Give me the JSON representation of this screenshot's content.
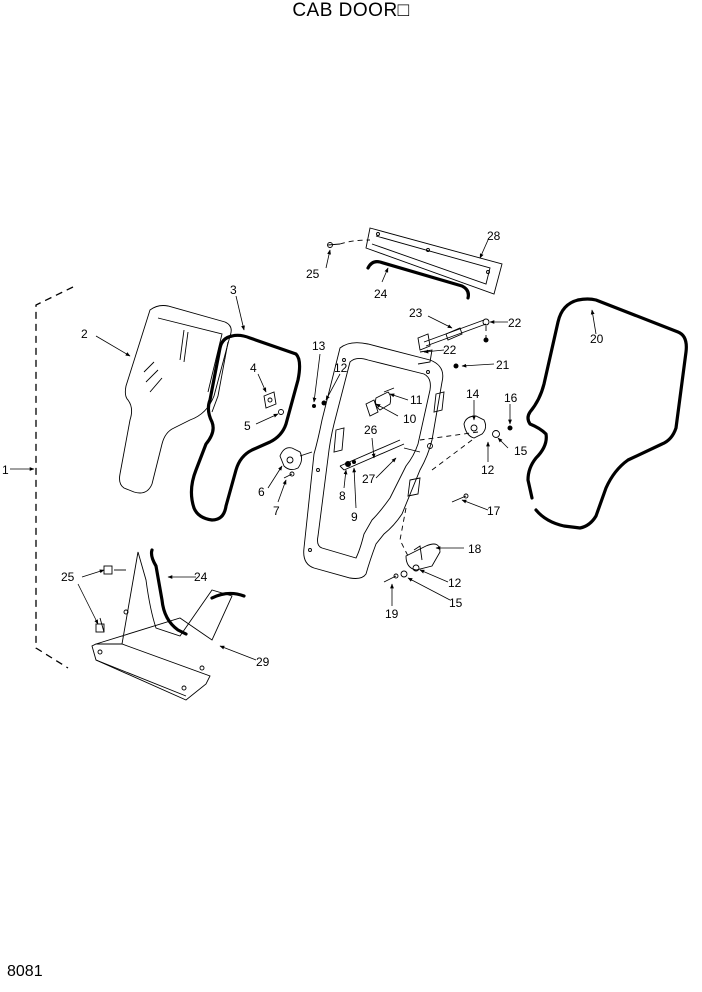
{
  "title": "CAB DOOR□",
  "page_code": "8081",
  "callouts": {
    "c1": "1",
    "c2": "2",
    "c3": "3",
    "c4": "4",
    "c5": "5",
    "c6": "6",
    "c7": "7",
    "c8": "8",
    "c9": "9",
    "c10": "10",
    "c11": "11",
    "c12a": "12",
    "c12b": "12",
    "c12c": "12",
    "c13": "13",
    "c14": "14",
    "c15a": "15",
    "c15b": "15",
    "c16": "16",
    "c17": "17",
    "c18": "18",
    "c19": "19",
    "c20": "20",
    "c21": "21",
    "c22a": "22",
    "c22b": "22",
    "c23": "23",
    "c24a": "24",
    "c24b": "24",
    "c25a": "25",
    "c25b": "25",
    "c26": "26",
    "c27": "27",
    "c28": "28",
    "c29": "29"
  }
}
